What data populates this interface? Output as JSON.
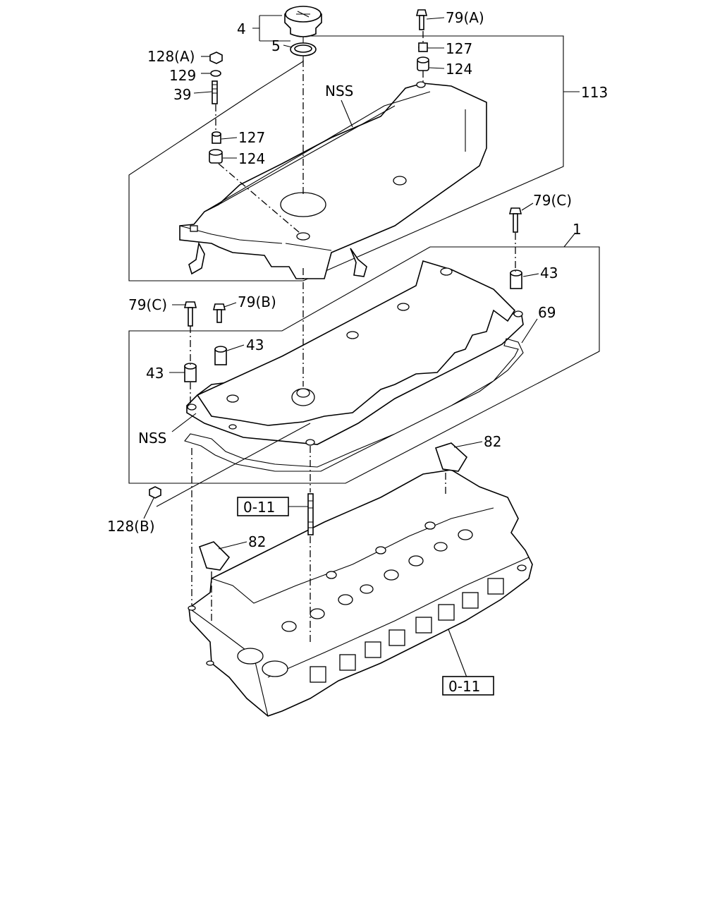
{
  "labels": {
    "cap": "4",
    "oring": "5",
    "bolt_79a": "79(A)",
    "sleeve_127_top": "127",
    "grommet_124_top": "124",
    "nut_128a": "128(A)",
    "washer_129": "129",
    "stud_39": "39",
    "sleeve_127_left": "127",
    "grommet_124_left": "124",
    "nss_top": "NSS",
    "cover_113": "113",
    "bolt_79c_right": "79(C)",
    "head_cover_1": "1",
    "washer_43_right": "43",
    "gasket_69": "69",
    "bolt_79c_left": "79(C)",
    "bolt_79b": "79(B)",
    "washer_43_mid": "43",
    "washer_43_left": "43",
    "nss_left": "NSS",
    "plug_82_right": "82",
    "ref_0_11_top": "0-11",
    "nut_128b": "128(B)",
    "plug_82_left": "82",
    "ref_0_11_bottom": "0-11"
  }
}
